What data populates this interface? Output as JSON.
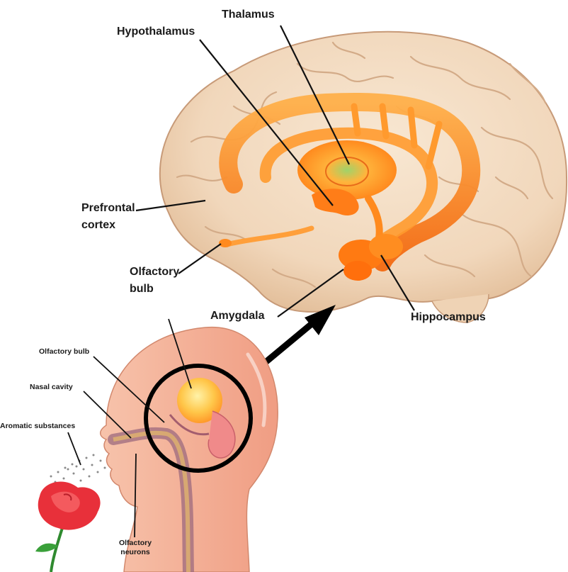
{
  "brain_labels": {
    "thalamus": "Thalamus",
    "hypothalamus": "Hypothalamus",
    "prefrontal_line1": "Prefrontal",
    "prefrontal_line2": "cortex",
    "olfactory_line1": "Olfactory",
    "olfactory_line2": "bulb",
    "amygdala": "Amygdala",
    "hippocampus": "Hippocampus"
  },
  "head_labels": {
    "olfactory_bulb": "Olfactory bulb",
    "nasal_cavity": "Nasal cavity",
    "aromatic": "Aromatic substances",
    "neurons_line1": "Olfactory",
    "neurons_line2": "neurons"
  },
  "colors": {
    "brain_fill": "#f3dcc2",
    "limbic": "#ff8a1e",
    "skin": "#f5b9a0",
    "rose": "#e8303a"
  }
}
